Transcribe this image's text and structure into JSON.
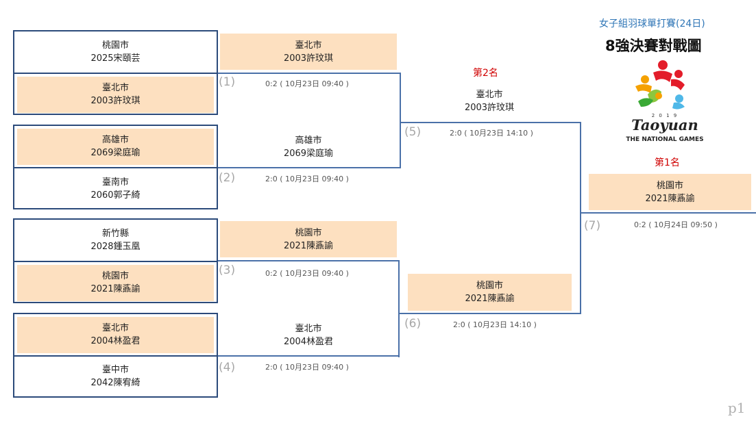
{
  "header": {
    "subtitle": "女子組羽球單打賽(24日)",
    "title": "8強決賽對戰圖"
  },
  "logo": {
    "year": "2 0 1 9",
    "wordmark": "Taoyuan",
    "caption": "THE NATIONAL GAMES"
  },
  "ranks": {
    "second": "第2名",
    "first": "第1名"
  },
  "players": {
    "p1": {
      "city": "桃園市",
      "name": "2025宋頤芸"
    },
    "p2": {
      "city": "臺北市",
      "name": "2003許玟琪"
    },
    "p3": {
      "city": "高雄市",
      "name": "2069梁庭瑜"
    },
    "p4": {
      "city": "臺南市",
      "name": "2060郭子綺"
    },
    "p5": {
      "city": "新竹縣",
      "name": "2028鍾玉凰"
    },
    "p6": {
      "city": "桃園市",
      "name": "2021陳鼒諭"
    },
    "p7": {
      "city": "臺北市",
      "name": "2004林盈君"
    },
    "p8": {
      "city": "臺中市",
      "name": "2042陳宥綺"
    }
  },
  "round2": {
    "w1": {
      "city": "臺北市",
      "name": "2003許玟琪"
    },
    "w2": {
      "city": "高雄市",
      "name": "2069梁庭瑜"
    },
    "w3": {
      "city": "桃園市",
      "name": "2021陳鼒諭"
    },
    "w4": {
      "city": "臺北市",
      "name": "2004林盈君"
    }
  },
  "round3": {
    "w5": {
      "city": "臺北市",
      "name": "2003許玟琪"
    },
    "w6": {
      "city": "桃園市",
      "name": "2021陳鼒諭"
    }
  },
  "champion": {
    "city": "桃園市",
    "name": "2021陳鼒諭"
  },
  "matches": {
    "m1": {
      "num": "(1)",
      "score": "0:2 ( 10月23日 09:40 )"
    },
    "m2": {
      "num": "(2)",
      "score": "2:0 ( 10月23日 09:40 )"
    },
    "m3": {
      "num": "(3)",
      "score": "0:2 ( 10月23日 09:40 )"
    },
    "m4": {
      "num": "(4)",
      "score": "2:0 ( 10月23日 09:40 )"
    },
    "m5": {
      "num": "(5)",
      "score": "2:0 ( 10月23日 14:10 )"
    },
    "m6": {
      "num": "(6)",
      "score": "2:0 ( 10月23日 14:10 )"
    },
    "m7": {
      "num": "(7)",
      "score": "0:2 ( 10月24日 09:50 )"
    }
  },
  "colors": {
    "highlight": "#fde0c0",
    "box_border": "#2b4a7a",
    "line": "#4a70a8",
    "rank": "#d00000",
    "subtitle": "#2e75b6"
  },
  "page_label": "p1"
}
